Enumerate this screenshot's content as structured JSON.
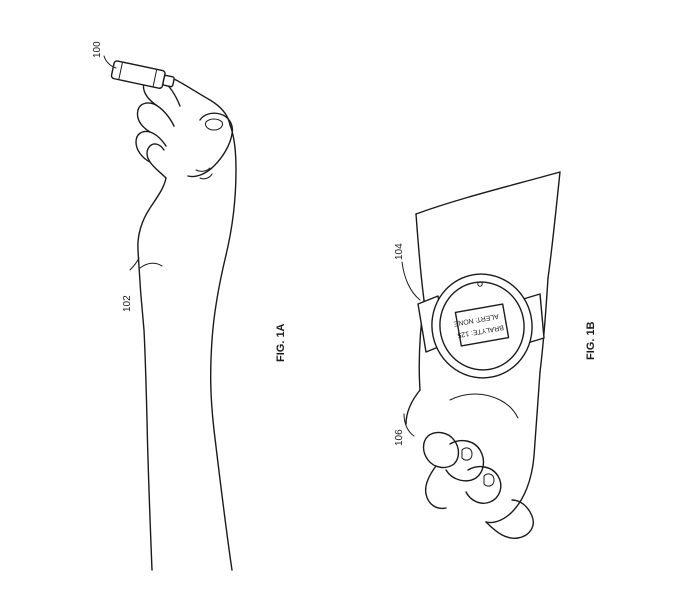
{
  "figures": {
    "fig1a": {
      "caption": "FIG. 1A",
      "refs": {
        "device": "100",
        "arm": "102"
      }
    },
    "fig1b": {
      "caption": "FIG. 1B",
      "refs": {
        "watch": "104",
        "hand": "106"
      },
      "screen": {
        "line1": "BRALYTE: 125",
        "line2": "ALERT: NONE"
      }
    }
  }
}
